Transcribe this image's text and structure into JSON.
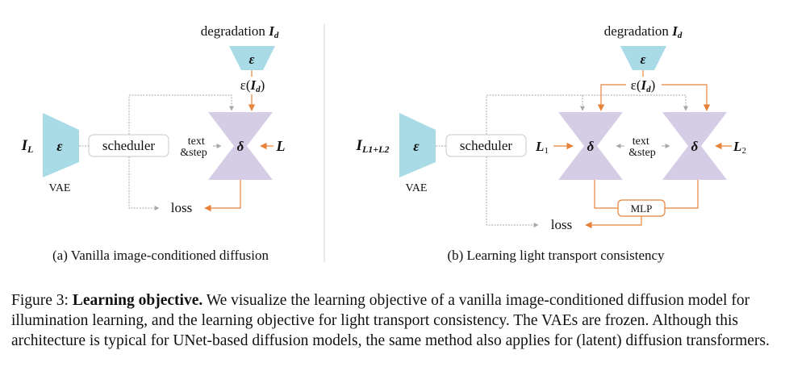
{
  "panel_a": {
    "degradation_label": "degradation",
    "degradation_symbol": "I",
    "degradation_sub": "d",
    "encoder_symbol": "ε",
    "encoded_prefix": "ε(",
    "encoded_symbol": "I",
    "encoded_sub": "d",
    "encoded_suffix": ")",
    "input_symbol": "I",
    "input_sub": "L",
    "vae_label": "VAE",
    "scheduler_label": "scheduler",
    "text_step_line1": "text",
    "text_step_line2": "&step",
    "unet_symbol": "δ",
    "target_symbol": "L",
    "loss_label": "loss",
    "caption": "(a) Vanilla image-conditioned diffusion"
  },
  "panel_b": {
    "degradation_label": "degradation",
    "degradation_symbol": "I",
    "degradation_sub": "d",
    "encoder_symbol": "ε",
    "encoded_prefix": "ε(",
    "encoded_symbol": "I",
    "encoded_sub": "d",
    "encoded_suffix": ")",
    "input_symbol": "I",
    "input_sub": "L1+L2",
    "vae_label": "VAE",
    "scheduler_label": "scheduler",
    "l1_symbol": "L",
    "l1_sub": "1",
    "l2_symbol": "L",
    "l2_sub": "2",
    "text_step_line1": "text",
    "text_step_line2": "&step",
    "unet1_symbol": "δ",
    "unet2_symbol": "δ",
    "mlp_label": "MLP",
    "loss_label": "loss",
    "caption": "(b) Learning light transport consistency"
  },
  "figure_caption": {
    "prefix": "Figure 3: ",
    "bold": "Learning objective.",
    "body": " We visualize the learning objective of a vanilla image-conditioned diffusion model for illumination learning, and the learning objective for light transport consistency. The VAEs are frozen. Although this architecture is typical for UNet-based diffusion models, the same method also applies for (latent) diffusion transformers."
  },
  "colors": {
    "encoder_fill": "#a9dbe6",
    "unet_fill": "#d5cde6",
    "orange_arrow": "#e8823a",
    "gray_arrow": "#a8a8a8",
    "divider": "#d0d0d0"
  }
}
